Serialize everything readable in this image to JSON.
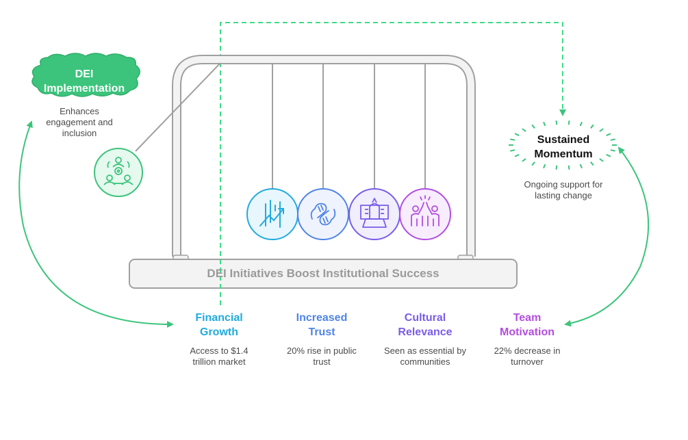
{
  "title": "DEI Initiatives Boost Institutional Success",
  "colors": {
    "green": "#3cc47c",
    "green_fill": "#e6f9ee",
    "frame_stroke": "#a0a0a0",
    "frame_fill": "#f3f3f3",
    "financial": "#22aadd",
    "trust": "#4f84e6",
    "cultural": "#7a5ce8",
    "team": "#b24de0"
  },
  "start_node": {
    "title_line1": "DEI",
    "title_line2": "Implementation",
    "desc_line1": "Enhances",
    "desc_line2": "engagement and",
    "desc_line3": "inclusion",
    "icon": "team-gear-icon"
  },
  "end_node": {
    "title_line1": "Sustained",
    "title_line2": "Momentum",
    "desc_line1": "Ongoing support for",
    "desc_line2": "lasting change"
  },
  "outcomes": [
    {
      "title_line1": "Financial",
      "title_line2": "Growth",
      "desc_line1": "Access to $1.4",
      "desc_line2": "trillion market",
      "icon": "growth-chart-icon"
    },
    {
      "title_line1": "Increased",
      "title_line2": "Trust",
      "desc_line1": "20% rise in public",
      "desc_line2": "trust",
      "icon": "fist-bump-icon"
    },
    {
      "title_line1": "Cultural",
      "title_line2": "Relevance",
      "desc_line1": "Seen as essential by",
      "desc_line2": "communities",
      "icon": "landmark-icon"
    },
    {
      "title_line1": "Team",
      "title_line2": "Motivation",
      "desc_line1": "22% decrease in",
      "desc_line2": "turnover",
      "icon": "high-five-icon"
    }
  ]
}
